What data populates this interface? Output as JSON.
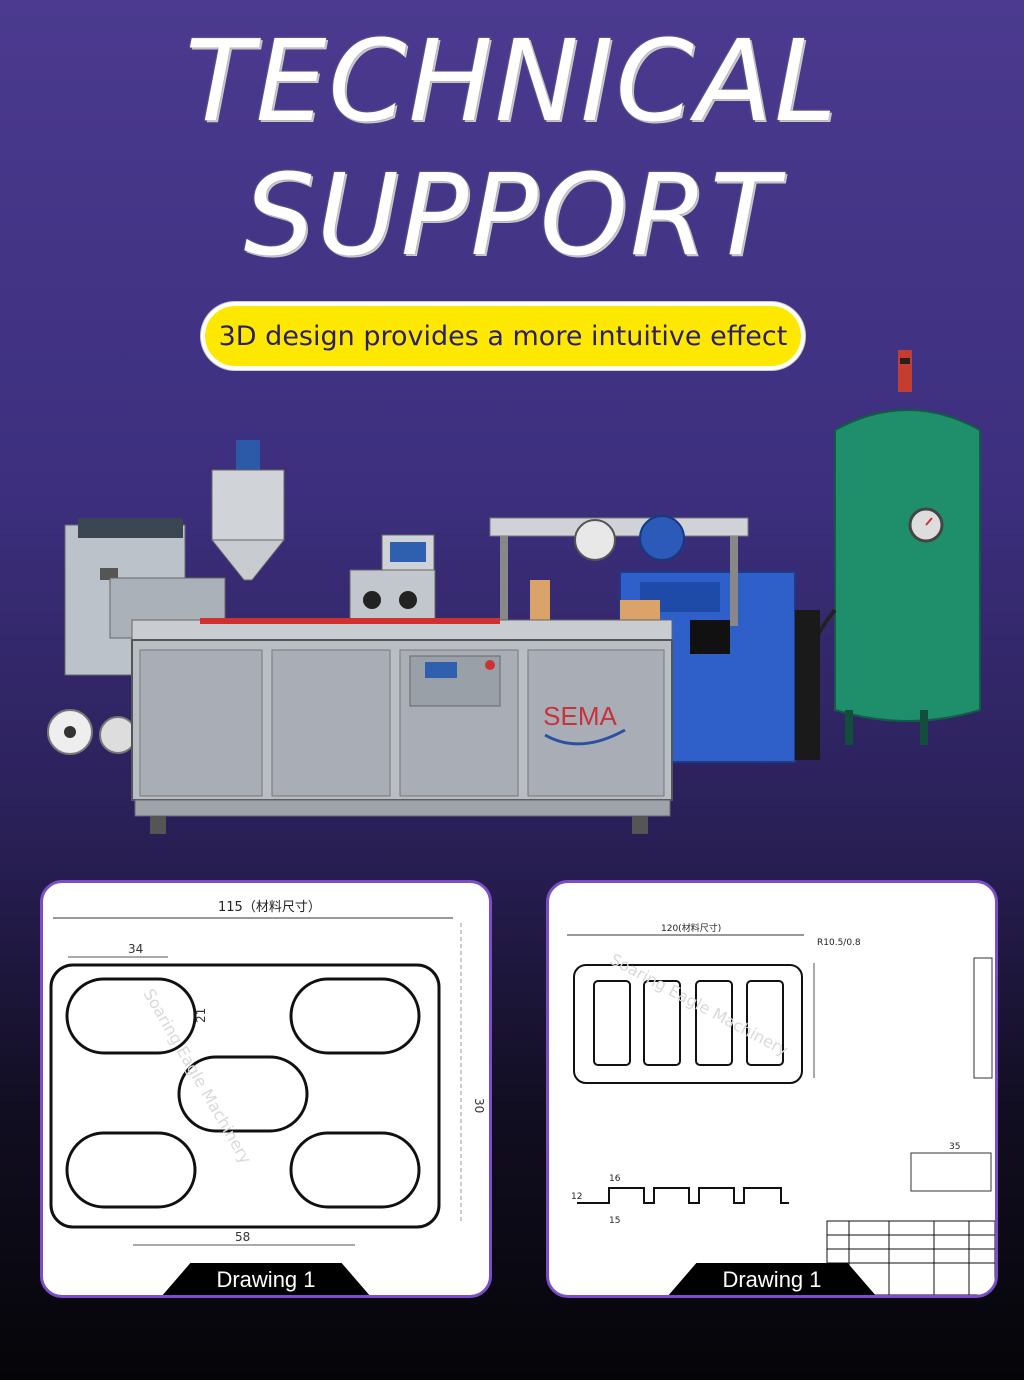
{
  "header": {
    "title_line1": "TECHNICAL",
    "title_line2": "SUPPORT",
    "subtitle": "3D design provides a more intuitive effect"
  },
  "machine": {
    "brand": "SEMA",
    "colors": {
      "steel": "#b9bdc4",
      "blue_unit": "#2f5fc8",
      "tank": "#1f8f6b"
    }
  },
  "drawings": [
    {
      "caption": "Drawing 1",
      "dims": {
        "width": "115（材料尺寸）",
        "d34": "34",
        "d21": "21",
        "d58": "58",
        "d30": "30"
      },
      "watermark": "Soaring Eagle Machinery"
    },
    {
      "caption": "Drawing 1",
      "dims": {
        "width": "120(材料尺寸)",
        "r": "R10.5/0.8",
        "d35": "35",
        "d16": "16",
        "d15": "15",
        "d12": "12"
      },
      "watermark": "Soaring Eagle Machinery"
    }
  ]
}
